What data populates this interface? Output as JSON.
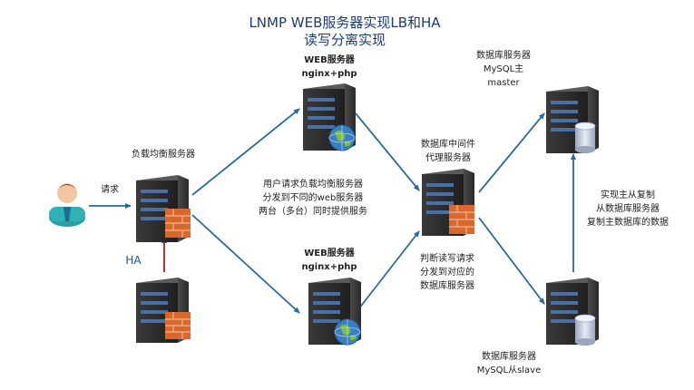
{
  "title": {
    "line1": "LNMP WEB服务器实现LB和HA",
    "line2": "读写分离实现"
  },
  "user": {
    "request_label": "请求"
  },
  "load_balancer": {
    "label": "负载均衡服务器"
  },
  "ha": {
    "label": "HA"
  },
  "web_server_top": {
    "line1": "WEB服务器",
    "line2": "nginx+php"
  },
  "web_server_bottom": {
    "line1": "WEB服务器",
    "line2": "nginx+php"
  },
  "dispatch_note": {
    "line1": "用户请求负载均衡服务器",
    "line2": "分发到不同的web服务器",
    "line3": "两台（多台）同时提供服务"
  },
  "middleware": {
    "line1": "数据库中间件",
    "line2": "代理服务器"
  },
  "routing_note": {
    "line1": "判断读写请求",
    "line2": "分发到对应的",
    "line3": "数据库服务器"
  },
  "db_master": {
    "line1": "数据库服务器",
    "line2": "MySQL主",
    "line3": "master"
  },
  "db_slave": {
    "line1": "数据库服务器",
    "line2": "MySQL从slave"
  },
  "replication_note": {
    "line1": "实现主从复制",
    "line2": "从数据库服务器",
    "line3": "复制主数据库的数据"
  },
  "colors": {
    "link": "#2b6a9e",
    "ha_link": "#c0161c",
    "title_text": "#1c3b73",
    "server_body": "#2b2b2b",
    "firewall": "#d9682f",
    "globe": "#3a7fc4",
    "database": "#b8c2d6"
  }
}
